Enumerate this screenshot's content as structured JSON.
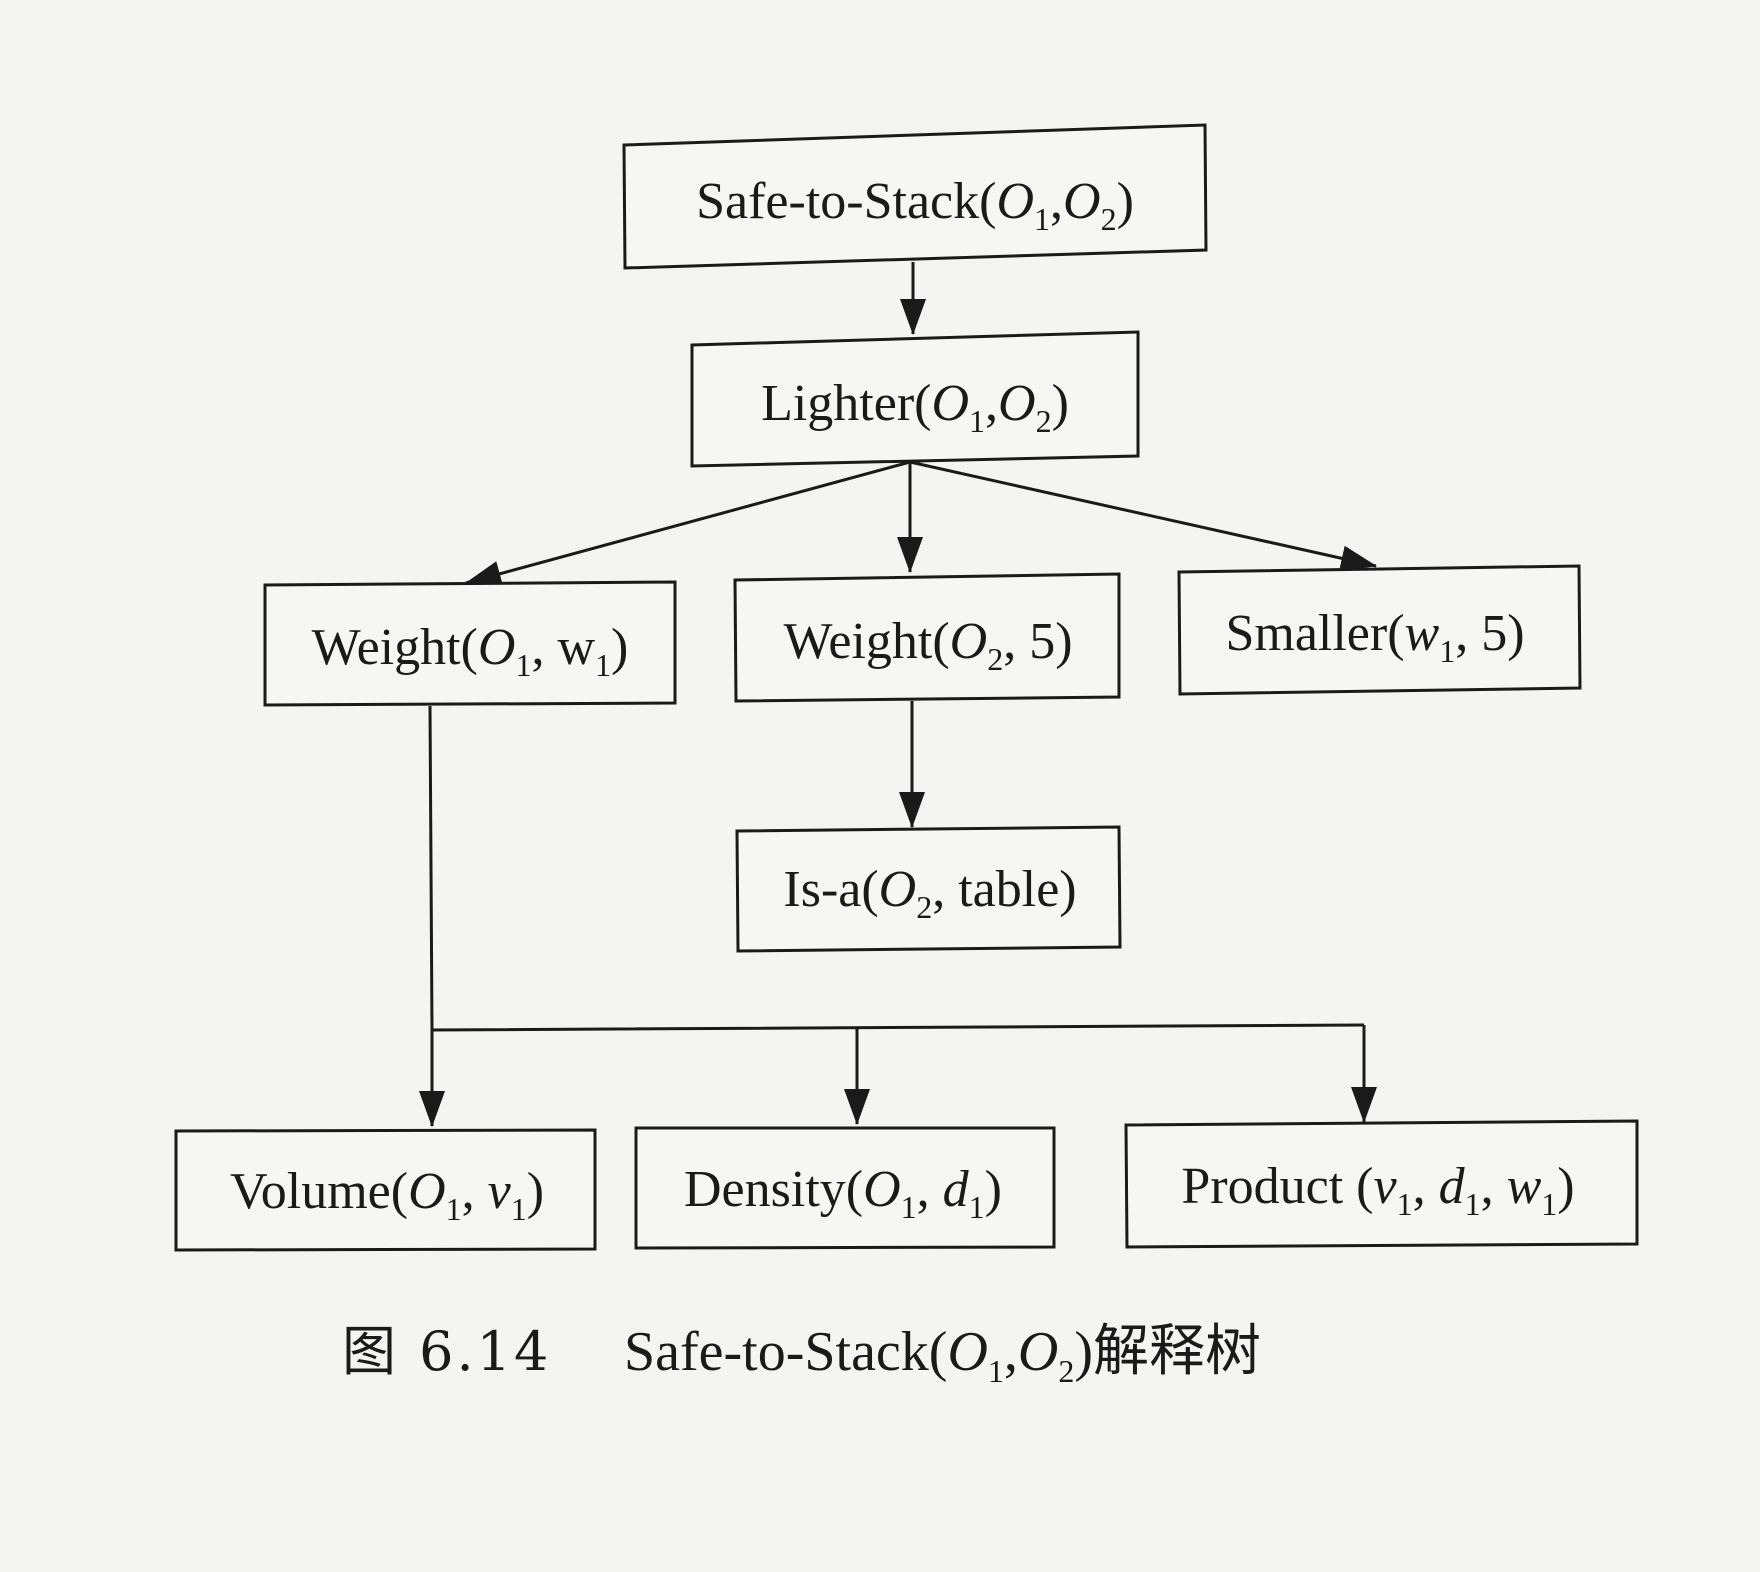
{
  "diagram": {
    "root": {
      "name": "Safe-to-Stack",
      "args": [
        [
          {
            "t": "O",
            "i": true
          },
          {
            "t": "1",
            "sub": true
          }
        ],
        [
          {
            "t": "O",
            "i": true
          },
          {
            "t": "2",
            "sub": true
          }
        ]
      ],
      "sep": ",",
      "space": ""
    },
    "lighter": {
      "name": "Lighter",
      "args": [
        [
          {
            "t": "O",
            "i": true
          },
          {
            "t": "1",
            "sub": true
          }
        ],
        [
          {
            "t": "O",
            "i": true
          },
          {
            "t": "2",
            "sub": true
          }
        ]
      ],
      "sep": ",",
      "space": ""
    },
    "weight_o1": {
      "name": "Weight",
      "args": [
        [
          {
            "t": "O",
            "i": true
          },
          {
            "t": "1",
            "sub": true
          }
        ],
        [
          {
            "t": "w"
          },
          {
            "t": "1",
            "sub": true
          }
        ]
      ],
      "sep": ", ",
      "space": ""
    },
    "weight_o2": {
      "name": "Weight",
      "args": [
        [
          {
            "t": "O",
            "i": true
          },
          {
            "t": "2",
            "sub": true
          }
        ],
        [
          {
            "t": "5"
          }
        ]
      ],
      "sep": ", ",
      "space": ""
    },
    "smaller": {
      "name": "Smaller",
      "args": [
        [
          {
            "t": "w",
            "i": true
          },
          {
            "t": "1",
            "sub": true
          }
        ],
        [
          {
            "t": "5"
          }
        ]
      ],
      "sep": ", ",
      "space": ""
    },
    "is_a": {
      "name": "Is-a",
      "args": [
        [
          {
            "t": "O",
            "i": true
          },
          {
            "t": "2",
            "sub": true
          }
        ],
        [
          {
            "t": "table"
          }
        ]
      ],
      "sep": ", ",
      "space": ""
    },
    "volume": {
      "name": "Volume",
      "args": [
        [
          {
            "t": "O",
            "i": true
          },
          {
            "t": "1",
            "sub": true
          }
        ],
        [
          {
            "t": "v",
            "i": true
          },
          {
            "t": "1",
            "sub": true
          }
        ]
      ],
      "sep": ", ",
      "space": ""
    },
    "density": {
      "name": "Density",
      "args": [
        [
          {
            "t": "O",
            "i": true
          },
          {
            "t": "1",
            "sub": true
          }
        ],
        [
          {
            "t": "d",
            "i": true
          },
          {
            "t": "1",
            "sub": true
          }
        ]
      ],
      "sep": ", ",
      "space": ""
    },
    "product": {
      "name": "Product",
      "args": [
        [
          {
            "t": "v",
            "i": true
          },
          {
            "t": "1",
            "sub": true
          }
        ],
        [
          {
            "t": "d",
            "i": true
          },
          {
            "t": "1",
            "sub": true
          }
        ],
        [
          {
            "t": "w",
            "i": true
          },
          {
            "t": "1",
            "sub": true
          }
        ]
      ],
      "sep": ", ",
      "space": " "
    }
  },
  "caption": {
    "label": "图 6.14",
    "formula_name": "Safe-to-Stack",
    "formula_arg1": "O",
    "formula_sub1": "1",
    "formula_arg2": "O",
    "formula_sub2": "2",
    "suffix": "解释树"
  }
}
